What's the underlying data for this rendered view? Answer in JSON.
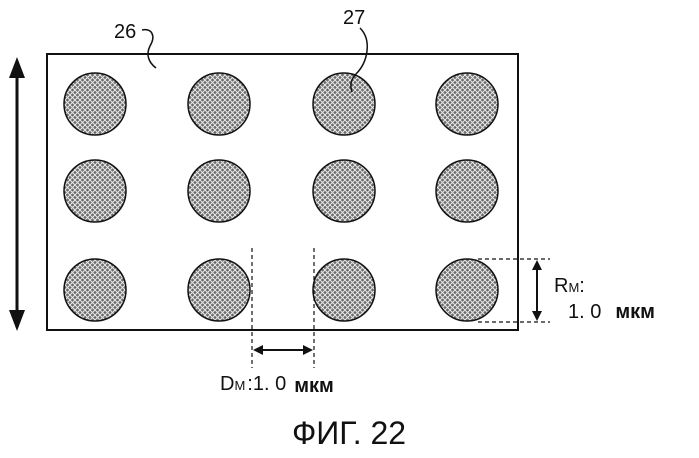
{
  "figure": {
    "caption": "ФИГ. 22",
    "substrate_ref": "26",
    "dot_ref": "27",
    "pitch_label_main": "D",
    "pitch_label_sub": "M",
    "pitch_value": ":1. 0",
    "pitch_unit": "мкм",
    "diameter_label_main": "R",
    "diameter_label_sub": "M",
    "diameter_colon": ":",
    "diameter_value": "1. 0",
    "diameter_unit": "мкм"
  },
  "grid": {
    "rows": 3,
    "columns": 4,
    "fill_pattern": "crosshatch"
  }
}
